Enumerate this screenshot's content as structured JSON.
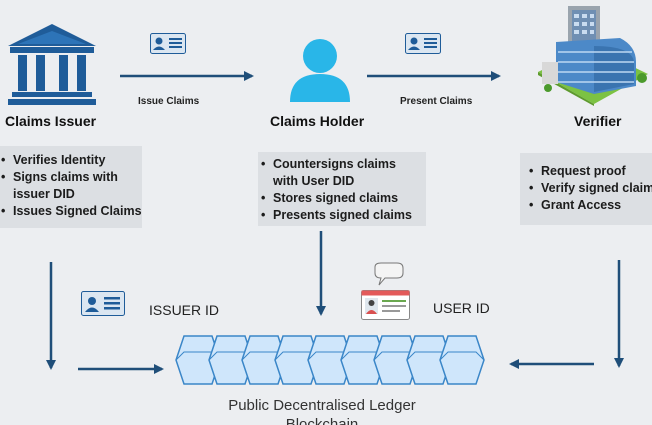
{
  "roles": {
    "issuer": "Claims Issuer",
    "holder": "Claims Holder",
    "verifier": "Verifier"
  },
  "arrows": {
    "issue_claims": "Issue  Claims",
    "present_claims": "Present Claims"
  },
  "issuer_box": {
    "items": [
      "Verifies Identity",
      "Signs claims with",
      "issuer DID",
      "Issues Signed Claims"
    ]
  },
  "holder_box": {
    "items": [
      "Countersigns claims",
      "with User DID",
      "Stores signed claims",
      "Presents signed claims"
    ]
  },
  "verifier_box": {
    "items": [
      "Request proof",
      "Verify signed claim",
      "Grant Access"
    ]
  },
  "ids": {
    "issuer_id": "ISSUER ID",
    "user_id": "USER ID"
  },
  "ledger": {
    "line1": "Public Decentralised Ledger",
    "line2": "Blockchain"
  },
  "colors": {
    "arrow": "#1f4e79",
    "icon_blue": "#1f5c99",
    "person": "#29b6e8",
    "block": "#cfe6fb",
    "block_stroke": "#3a86c8"
  },
  "icons": {
    "issuer": "bank-building-icon",
    "holder": "person-icon",
    "verifier": "office-building-icon",
    "card": "id-card-icon",
    "user_card": "user-id-card-icon"
  }
}
